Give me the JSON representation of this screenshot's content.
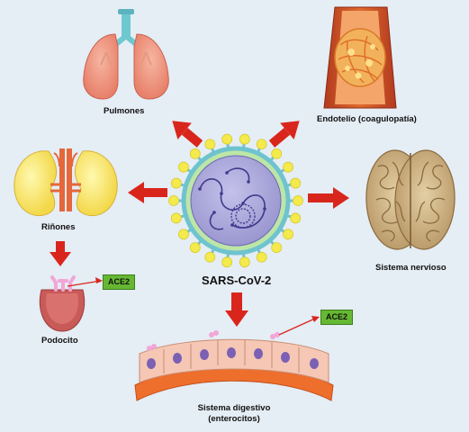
{
  "center": {
    "label": "SARS-CoV-2"
  },
  "organs": {
    "lungs": "Pulmones",
    "endothelium": "Endotelio (coagulopatía)",
    "kidneys": "Riñones",
    "nervous_system": "Sistema nervioso",
    "podocyte": "Podocito",
    "digestive_line1": "Sistema digestivo",
    "digestive_line2": "(enterocitos)"
  },
  "receptor": {
    "label": "ACE2"
  },
  "colors": {
    "background": "#e5edf5",
    "arrow": "#d9261c",
    "receptor_box": "#66b832",
    "virus_envelope": "#a9a6d6",
    "spike": "#f4ea4d"
  }
}
